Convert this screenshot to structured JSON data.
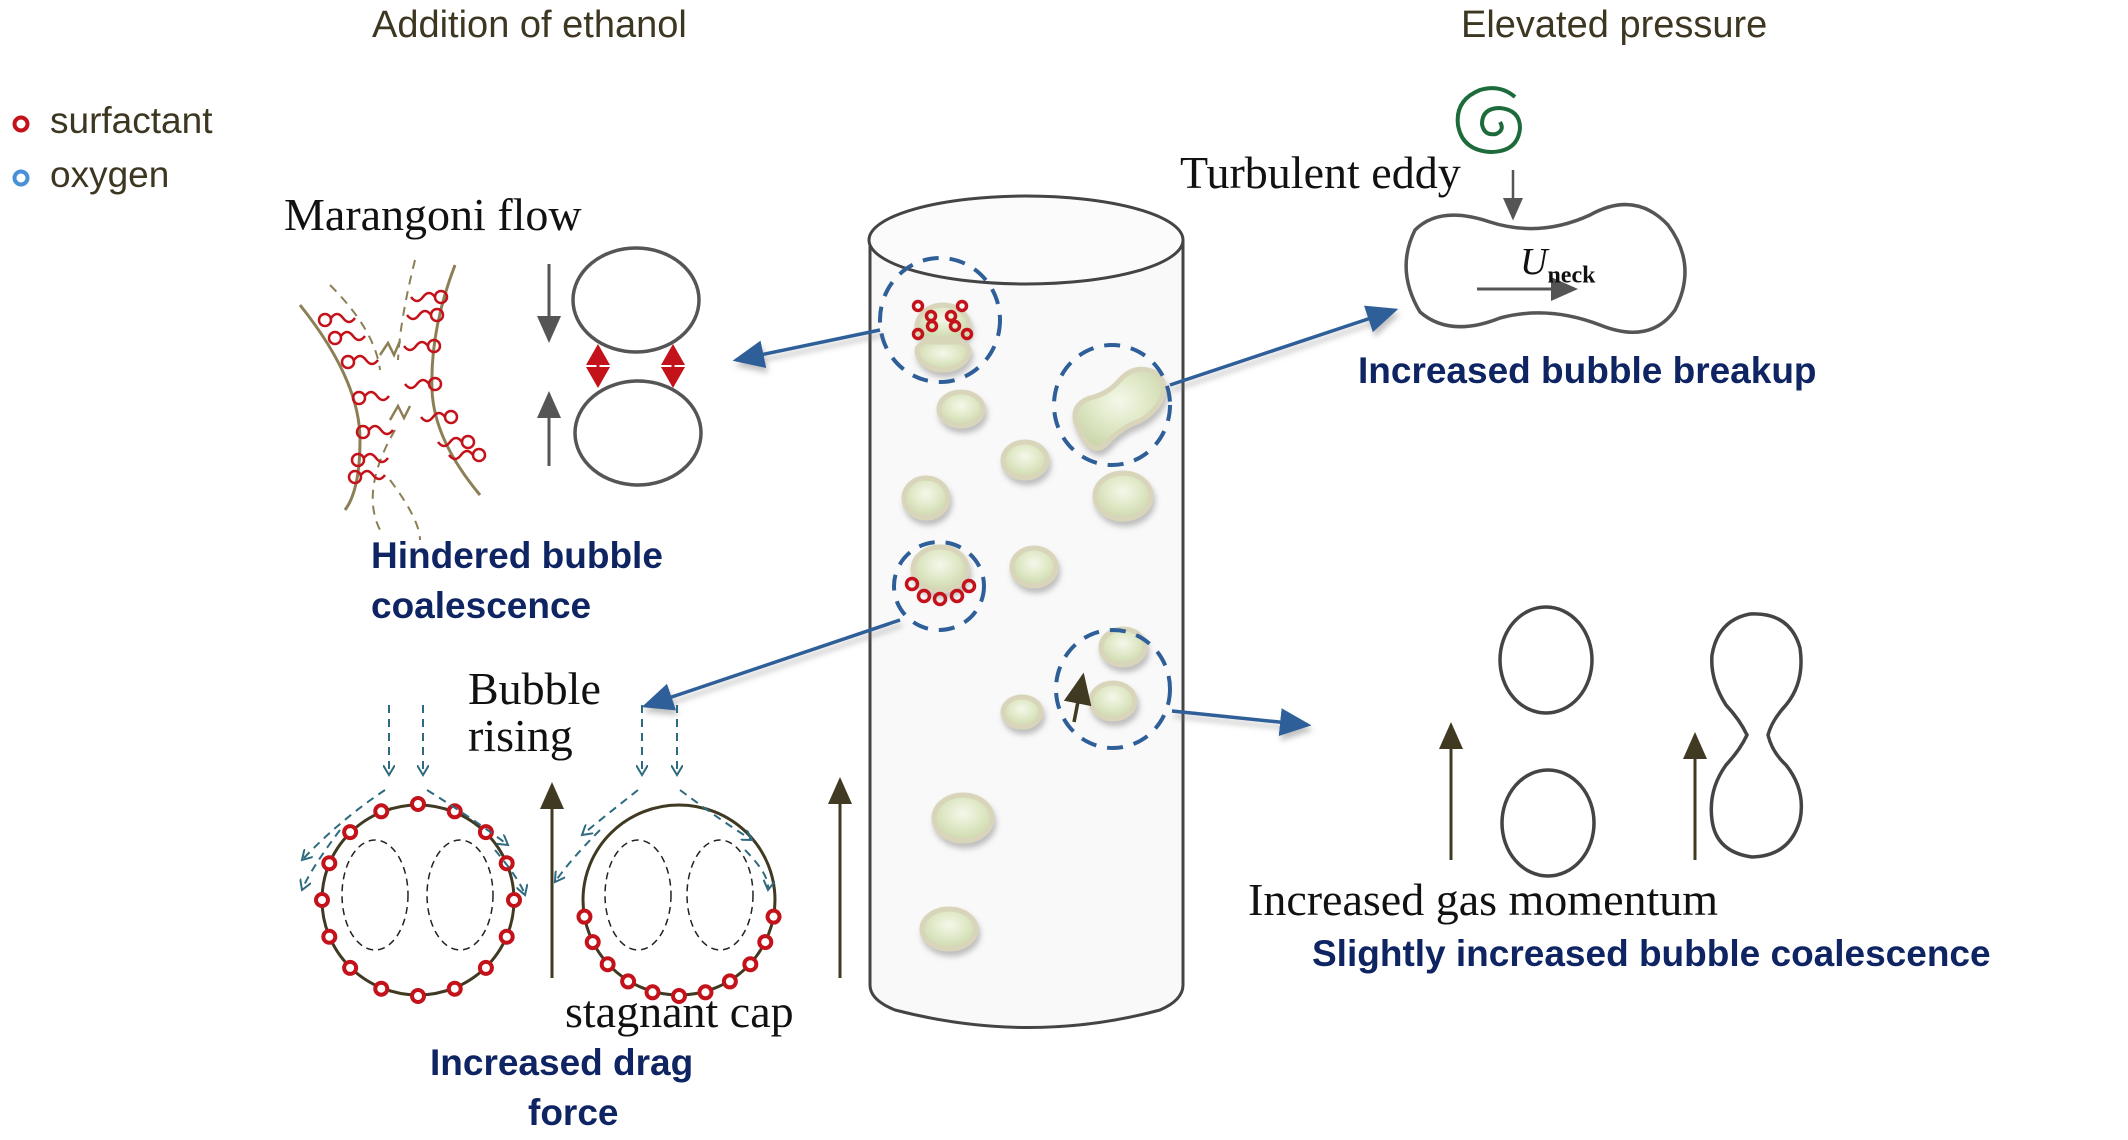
{
  "sections": {
    "left_title": "Addition of ethanol",
    "right_title": "Elevated pressure"
  },
  "legend": [
    {
      "label": "surfactant",
      "color": "#c4121a"
    },
    {
      "label": "oxygen",
      "color": "#4a90d9"
    }
  ],
  "labels": {
    "marangoni": "Marangoni flow",
    "bubble_rising_1": "Bubble",
    "bubble_rising_2": "rising",
    "stagnant_cap": "stagnant cap",
    "turbulent_eddy": "Turbulent eddy",
    "u_neck_main": "U",
    "u_neck_sub": "neck",
    "gas_momentum": "Increased gas momentum"
  },
  "captions": {
    "hindered_1": "Hindered bubble",
    "hindered_2": "coalescence",
    "drag_1": "Increased drag",
    "drag_2": "force",
    "breakup": "Increased bubble breakup",
    "slight_coalescence": "Slightly increased bubble coalescence"
  },
  "colors": {
    "caption_blue": "#0f2462",
    "callout_blue": "#2f5f98",
    "surfactant_red": "#c4121a",
    "bubble_fill": "#dfe8c6",
    "eddy_green": "#1d6b3a"
  }
}
